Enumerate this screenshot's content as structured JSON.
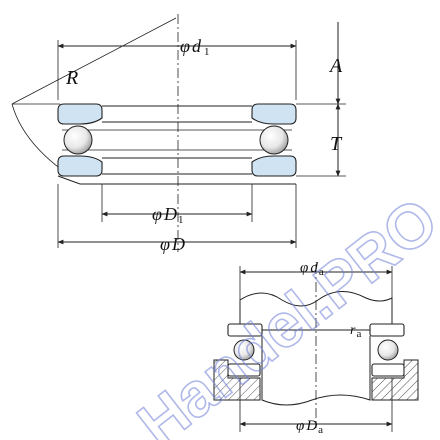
{
  "labels": {
    "phi": "φ",
    "d1_base": "d",
    "d1_sub": "1",
    "A": "A",
    "R": "R",
    "T": "T",
    "D1_base": "D",
    "D1_sub": "1",
    "D_base": "D",
    "da_base": "d",
    "da_sub": "a",
    "ra_base": "r",
    "ra_sub": "a",
    "Da_base": "D",
    "Da_sub": "a"
  },
  "watermark": "Handel.PRO",
  "colors": {
    "race_fill": "#cfe3f2",
    "line": "#222222",
    "watermark": "#6f7fd6"
  }
}
